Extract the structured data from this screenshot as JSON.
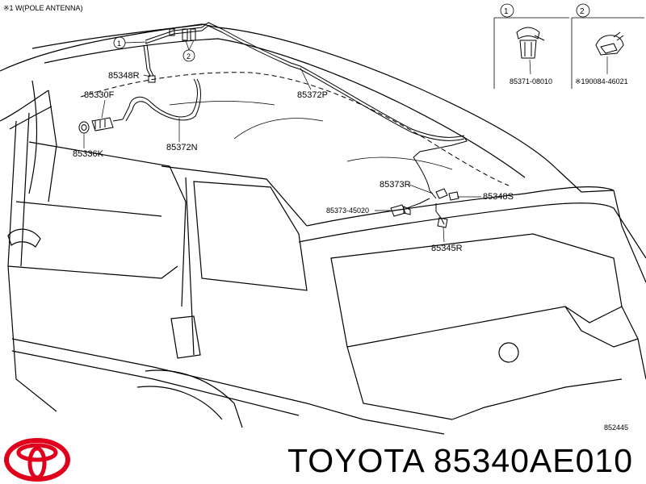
{
  "diagram": {
    "note": "※1 W(POLE ANTENNA)",
    "figure_code": "852445",
    "callouts": [
      "1",
      "2"
    ],
    "parts": {
      "p85348r": "85348R",
      "p85330f": "85330F",
      "p85336k": "85336K",
      "p85372n": "85372N",
      "p85372p": "85372P",
      "p85373r": "85373R",
      "p85373_45020": "85373-45020",
      "p85348s": "85348S",
      "p85345r": "85345R",
      "p85371_08010": "85371-08010",
      "p90084_46021": "※190084-46021"
    }
  },
  "footer": {
    "brand_part": "TOYOTA 85340AE010",
    "logo_color": "#e0001b"
  }
}
